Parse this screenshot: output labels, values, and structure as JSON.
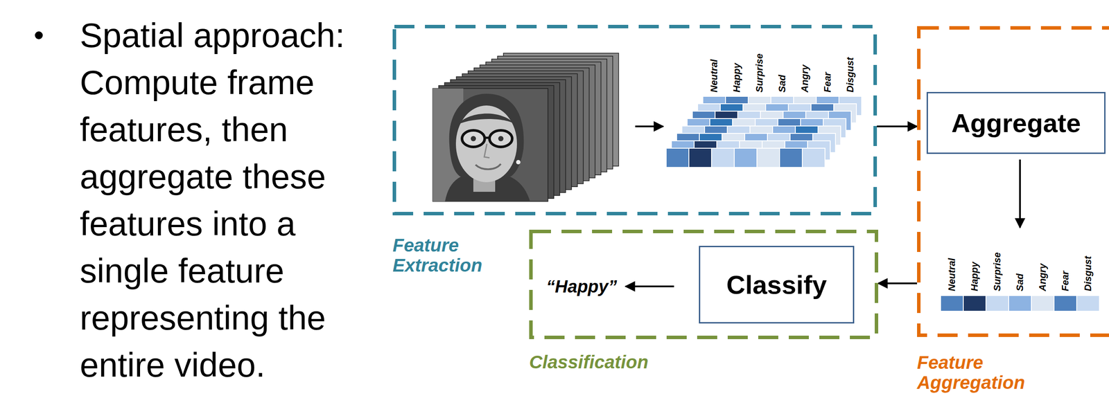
{
  "diagram": {
    "nodes": [
      {
        "text": [
          "Feature Extraction"
        ]
      },
      {
        "text": [
          "Feature Aggregation"
        ]
      },
      {
        "text": [
          "Aggregate"
        ],
        "in": 1
      },
      {
        "text": [
          "Classification"
        ]
      },
      {
        "text": [
          "Classify"
        ],
        "in": 3
      }
    ],
    "edges": [
      {
        "from": 0,
        "to": 1,
        "arrow": "to"
      },
      {
        "from": 1,
        "to": 3,
        "arrow": "to"
      }
    ],
    "labels": [
      "Spatial approach: Compute frame features, then aggregate these features into a single feature representing the entire video.",
      "Neutral",
      "Happy",
      "Surprise",
      "Sad",
      "Angry",
      "Fear",
      "Disgust",
      "Neutral",
      "Happy",
      "Surprise",
      "Sad",
      "Angry",
      "Fear",
      "Disgust",
      "“Happy”"
    ]
  }
}
